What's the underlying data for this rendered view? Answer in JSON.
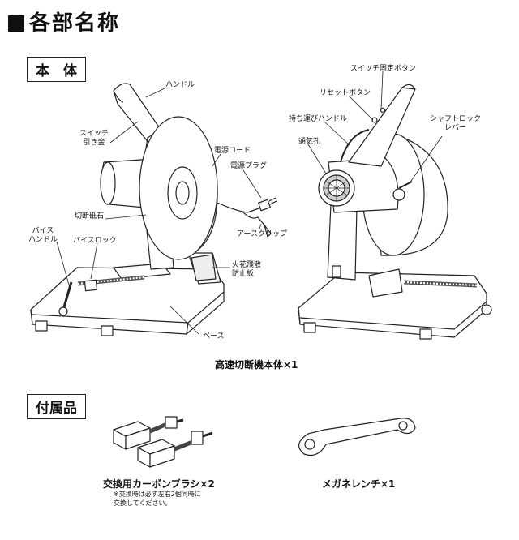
{
  "title": "各部名称",
  "sections": {
    "body": "本　体",
    "accessories": "付属品"
  },
  "labels": {
    "handle": "ハンドル",
    "switch_trigger": "スイッチ\n引き金",
    "power_cord": "電源コード",
    "power_plug": "電源プラグ",
    "cutting_wheel": "切断砥石",
    "earth_clip": "アースクリップ",
    "vise_handle": "バイス\nハンドル",
    "vise_lock": "バイスロック",
    "spark_guard": "火花飛散\n防止板",
    "base": "ベース",
    "switch_lock_button": "スイッチ固定ボタン",
    "reset_button": "リセットボタン",
    "carry_handle": "持ち運びハンドル",
    "shaft_lock_lever": "シャフトロック\nレバー",
    "vent": "通気孔"
  },
  "captions": {
    "main_unit": "高速切断機本体×1",
    "carbon_brush": "交換用カーボンブラシ×2",
    "wrench": "メガネレンチ×1"
  },
  "notes": {
    "brush_note": "※交換時は必ず左右2個同時に\n交換してください。"
  }
}
